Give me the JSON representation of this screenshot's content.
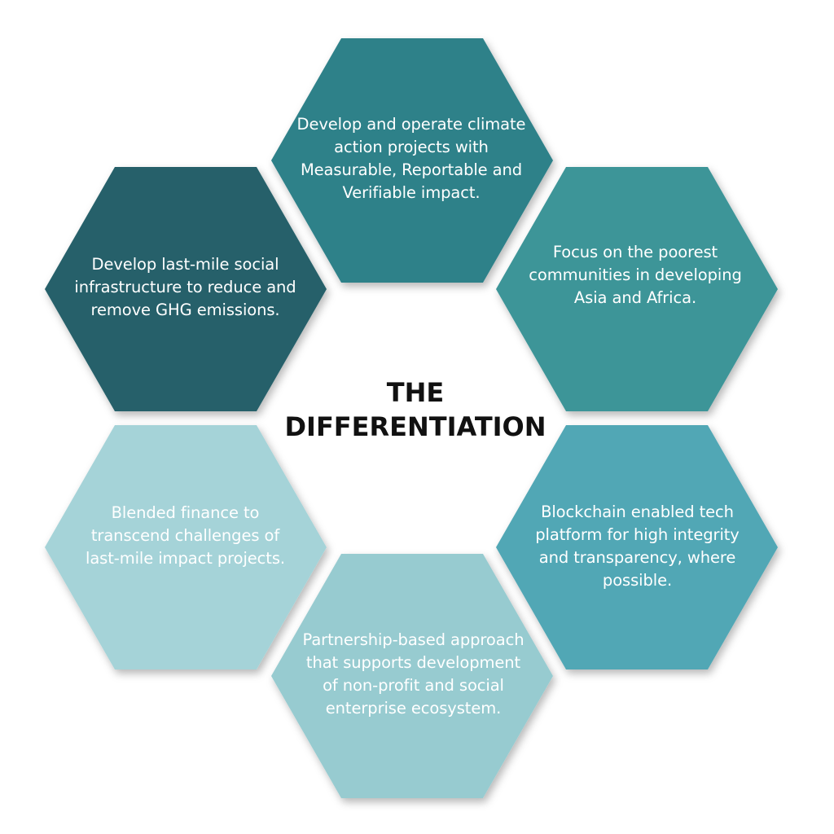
{
  "title": {
    "line1": "THE",
    "line2": "DIFFERENTIATION"
  },
  "items": [
    {
      "key": "top",
      "text": "Develop and operate climate action projects with Measurable, Reportable and Verifiable impact.",
      "color": "#2e8189"
    },
    {
      "key": "upper-left",
      "text": "Develop last-mile social infrastructure to reduce and remove GHG emissions.",
      "color": "#26616a"
    },
    {
      "key": "upper-right",
      "text": "Focus on the poorest communities in developing Asia and Africa.",
      "color": "#3e9598"
    },
    {
      "key": "lower-left",
      "text": "Blended finance to transcend challenges of last-mile impact projects.",
      "color": "#a5d3d8"
    },
    {
      "key": "lower-right",
      "text": "Blockchain enabled tech platform for high integrity and transparency, where possible.",
      "color": "#51a7b5"
    },
    {
      "key": "bottom",
      "text": "Partnership-based approach that supports development of non-profit and social enterprise ecosystem.",
      "color": "#97cbd0"
    }
  ]
}
